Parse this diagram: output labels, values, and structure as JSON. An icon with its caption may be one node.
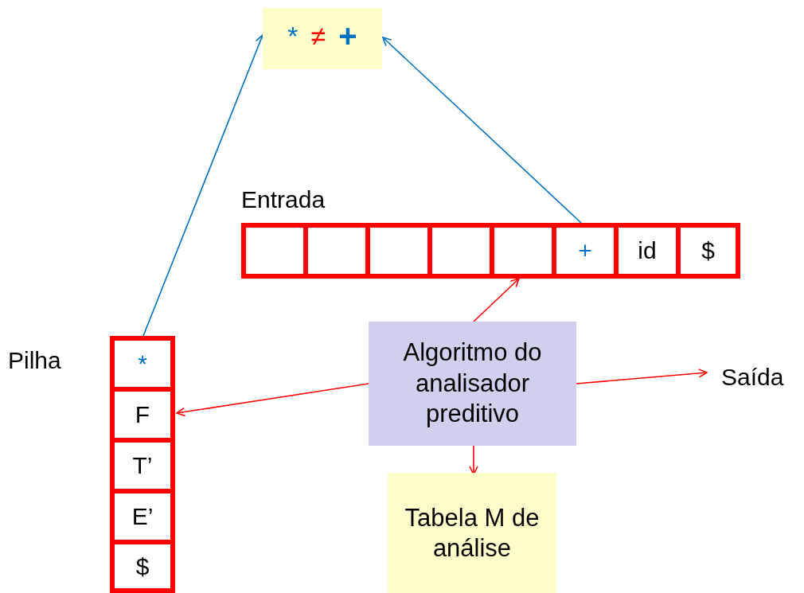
{
  "diagram": {
    "nodes": [
      {
        "text": [
          "*",
          "≠",
          "+"
        ]
      },
      {
        "text": [
          "Entrada"
        ]
      },
      {
        "text": [],
        "shape": "box",
        "in": 1
      },
      {
        "text": [],
        "shape": "box",
        "in": 1
      },
      {
        "text": [],
        "shape": "box",
        "in": 1
      },
      {
        "text": [],
        "shape": "box",
        "in": 1
      },
      {
        "text": [],
        "shape": "box",
        "in": 1
      },
      {
        "text": [
          "+"
        ],
        "in": 1
      },
      {
        "text": [
          "id"
        ],
        "in": 1
      },
      {
        "text": [
          "$"
        ],
        "in": 1
      },
      {
        "text": [
          "Pilha"
        ]
      },
      {
        "text": [
          "*"
        ],
        "in": 10
      },
      {
        "text": [
          "F"
        ],
        "in": 10
      },
      {
        "text": [
          "T’"
        ],
        "in": 10
      },
      {
        "text": [
          "E’"
        ],
        "in": 10
      },
      {
        "text": [
          "$"
        ],
        "in": 10
      },
      {
        "text": [
          "Algoritmo do analisador preditivo"
        ]
      },
      {
        "text": [
          "Tabela M de análise"
        ]
      },
      {
        "text": [
          "Saída"
        ]
      }
    ],
    "edges": [
      {
        "from": 11,
        "to": 0,
        "arrow": "to",
        "color": "#0070c0"
      },
      {
        "from": 7,
        "to": 0,
        "arrow": "to",
        "color": "#0070c0"
      },
      {
        "from": 16,
        "to": 6,
        "arrow": "to"
      },
      {
        "from": 16,
        "to": 12,
        "arrow": "to"
      },
      {
        "from": 16,
        "to": 18,
        "arrow": "to"
      },
      {
        "from": 16,
        "to": 17,
        "arrow": "to"
      }
    ]
  }
}
